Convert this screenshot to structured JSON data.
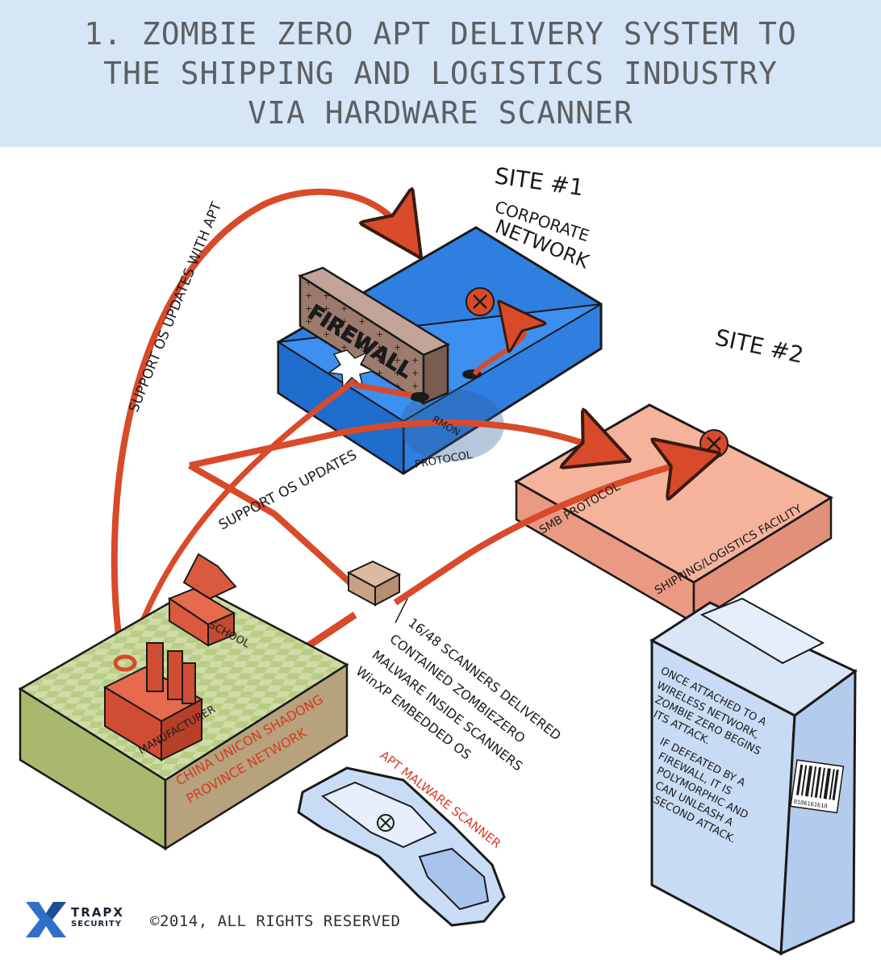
{
  "header": {
    "title_lines": [
      "1. ZOMBIE ZERO APT DELIVERY SYSTEM TO",
      "THE SHIPPING AND LOGISTICS INDUSTRY",
      "VIA HARDWARE SCANNER"
    ]
  },
  "labels": {
    "site1": "SITE #1",
    "site1_desc_1": "CORPORATE",
    "site1_desc_2": "NETWORK",
    "site2": "SITE #2",
    "firewall": "FIREWALL",
    "rmon": "RMON",
    "protocol": "PROTOCOL",
    "support_apt": "SUPPORT OS UPDATES WITH APT",
    "support": "SUPPORT OS UPDATES",
    "smb": "SMB PROTOCOL",
    "shipping": "SHIPPING/LOGISTICS FACILITY",
    "school": "SCHOOL",
    "manufacturer": "MANUFACTURER",
    "china_1": "CHINA UNICON SHADONG",
    "china_2": "PROVINCE NETWORK",
    "scanners_1": "16/48 SCANNERS DELIVERED",
    "scanners_2": "CONTAINED ZOMBIEZERO",
    "scanners_3": "MALWARE INSIDE SCANNERS",
    "scanners_4": "WinXP EMBEDDED OS",
    "apt_scanner": "APT MALWARE SCANNER",
    "box_1": "ONCE ATTACHED TO A",
    "box_2": "WIRELESS NETWORK,",
    "box_3": "ZOMBIE ZERO BEGINS",
    "box_4": "ITS ATTACK.",
    "box_5": "IF DEFEATED BY A",
    "box_6": "FIREWALL, IT IS",
    "box_7": "POLYMORPHIC AND",
    "box_8": "CAN UNLEASH A",
    "box_9": "SECOND ATTACK.",
    "barcode_text": "0106161618"
  },
  "footer": {
    "brand_name": "TRAPX",
    "brand_sub": "SECURITY",
    "copyright": "©2014, ALL RIGHTS RESERVED"
  },
  "colors": {
    "header_bg": "#d6e6f6",
    "arrow_red": "#d84a2a",
    "site1_blue": "#2f7fe0",
    "site2_salmon": "#f2a38a",
    "firewall_brown": "#9c7b6e",
    "scanner_blue": "#c8dcf5",
    "ground_green": "#9fb872"
  }
}
